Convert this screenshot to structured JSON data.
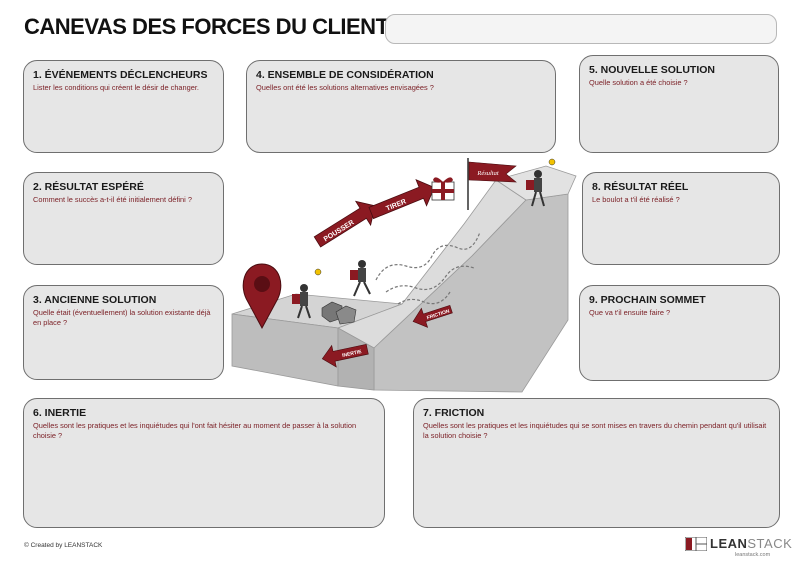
{
  "title": "CANEVAS DES FORCES DU CLIENT",
  "boxes": {
    "b1": {
      "title": "1. ÉVÉNEMENTS DÉCLENCHEURS",
      "question": "Lister les conditions qui créent le désir de changer."
    },
    "b2": {
      "title": "2. RÉSULTAT ESPÉRÉ",
      "question": "Comment le succès a-t-il été initialement défini ?"
    },
    "b3": {
      "title": "3. ANCIENNE SOLUTION",
      "question": "Quelle était (éventuellement) la solution existante déjà en place ?"
    },
    "b4": {
      "title": "4. ENSEMBLE DE CONSIDÉRATION",
      "question": "Quelles ont été les solutions alternatives envisagées ?"
    },
    "b5": {
      "title": "5. NOUVELLE SOLUTION",
      "question": "Quelle solution a été choisie ?"
    },
    "b6": {
      "title": "6. INERTIE",
      "question": "Quelles sont les pratiques et les inquiétudes qui l'ont fait hésiter au moment de passer à la solution choisie ?"
    },
    "b7": {
      "title": "7. FRICTION",
      "question": "Quelles sont les pratiques et les inquiétudes qui se sont mises en travers du chemin pendant qu'il utilisait la solution choisie ?"
    },
    "b8": {
      "title": "8. RÉSULTAT RÉEL",
      "question": "Le boulot a t'il été réalisé ?"
    },
    "b9": {
      "title": "9. PROCHAIN SOMMET",
      "question": "Que va t'il ensuite faire ?"
    }
  },
  "illustration": {
    "arrow_pousser": "POUSSER",
    "arrow_tirer": "TIRER",
    "flag": "Résultat",
    "arrow_friction": "FRICTION",
    "arrow_inertie": "INERTIE"
  },
  "footer": {
    "credit": "© Created by LEANSTACK",
    "logo_lean": "LEAN",
    "logo_stack": "STACK",
    "logo_url": "leanstack.com"
  },
  "colors": {
    "accent_red": "#8b1a22",
    "question_red": "#7a1e24",
    "box_fill": "#e6e6e6",
    "box_border": "#6f6f6f"
  }
}
